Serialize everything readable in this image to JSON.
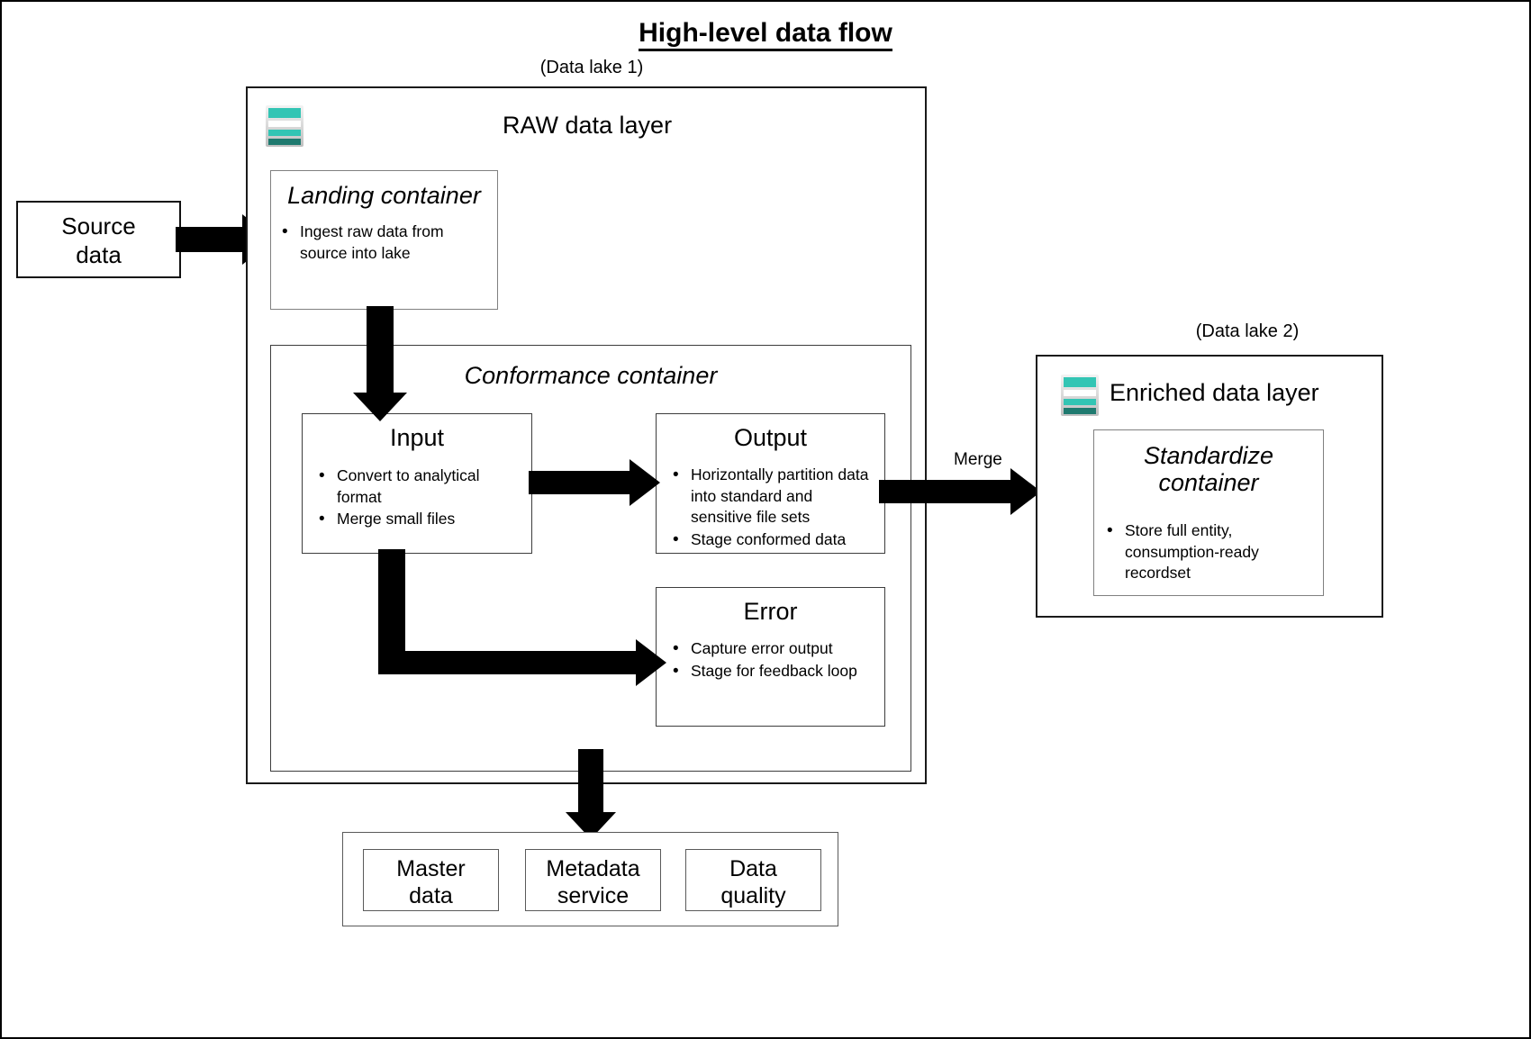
{
  "page": {
    "title": "High-level data flow"
  },
  "captions": {
    "lake1": "(Data lake 1)",
    "lake2": "(Data lake 2)"
  },
  "source": {
    "label": "Source data",
    "line1": "Source",
    "line2": "data"
  },
  "raw_layer": {
    "title": "RAW data layer",
    "icon": "data-lake-icon",
    "landing": {
      "title": "Landing container",
      "bullets": [
        "Ingest raw data from source into lake"
      ]
    },
    "conformance": {
      "title": "Conformance container",
      "input": {
        "title": "Input",
        "bullets": [
          "Convert to analytical format",
          "Merge small files"
        ]
      },
      "output": {
        "title": "Output",
        "bullets": [
          "Horizontally partition data into standard and sensitive file sets",
          "Stage conformed data"
        ]
      },
      "error": {
        "title": "Error",
        "bullets": [
          "Capture error output",
          "Stage for feedback loop"
        ]
      }
    }
  },
  "merge": {
    "label": "Merge"
  },
  "enriched_layer": {
    "title": "Enriched data layer",
    "icon": "data-lake-icon",
    "standardize": {
      "title_line1": "Standardize",
      "title_line2": "container",
      "bullets": [
        "Store full entity, consumption-ready recordset"
      ]
    }
  },
  "services": {
    "items": [
      {
        "line1": "Master",
        "line2": "data"
      },
      {
        "line1": "Metadata",
        "line2": "service"
      },
      {
        "line1": "Data",
        "line2": "quality"
      }
    ]
  },
  "colors": {
    "icon_teal_light": "#33c5b4",
    "icon_teal_dark": "#1f7a6f",
    "arrow": "#000000",
    "border_dark": "#1a1a1a",
    "border_gray": "#808080"
  }
}
